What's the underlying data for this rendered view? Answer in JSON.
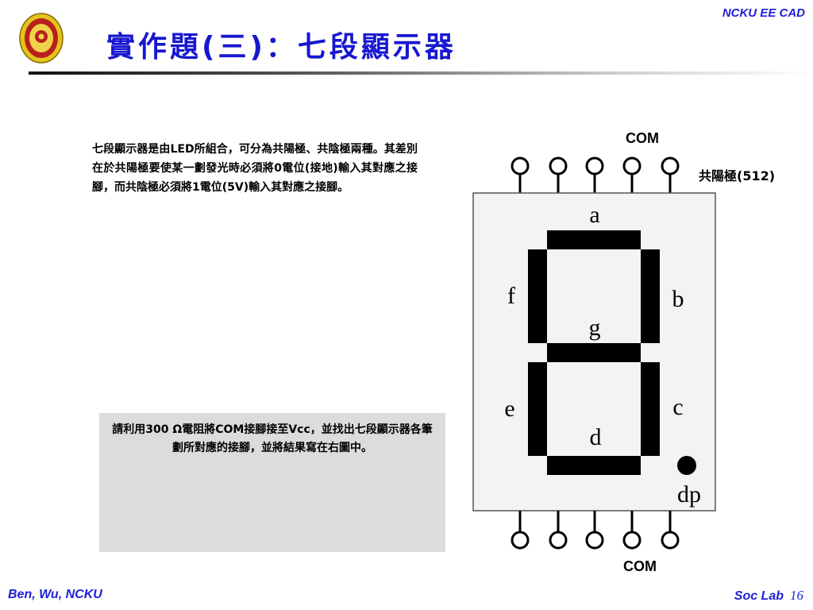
{
  "header": {
    "brand": "NCKU EE CAD",
    "title": "實作題(三)：七段顯示器"
  },
  "description": "七段顯示器是由LED所組合，可分為共陽極、共陰極兩種。其差別在於共陽極要使某一劃發光時必須將0電位(接地)輸入其對應之接腳，而共陰極必須將1電位(5V)輸入其對應之接腳。",
  "task": {
    "text": "請利用300 Ω電阻將COM接腳接至Vcc，並找出七段顯示器各筆劃所對應的接腳，並將結果寫在右圖中。"
  },
  "diagram": {
    "com_top": "COM",
    "com_bottom": "COM",
    "type_label": "共陽極(512)",
    "segments": {
      "a": "a",
      "b": "b",
      "c": "c",
      "d": "d",
      "e": "e",
      "f": "f",
      "g": "g",
      "dp": "dp"
    }
  },
  "footer": {
    "author": "Ben, Wu, NCKU",
    "lab": "Soc Lab",
    "page": "16"
  },
  "colors": {
    "accent": "#1717d0",
    "box": "#dcdcdc",
    "display_body": "#f3f3f3"
  }
}
